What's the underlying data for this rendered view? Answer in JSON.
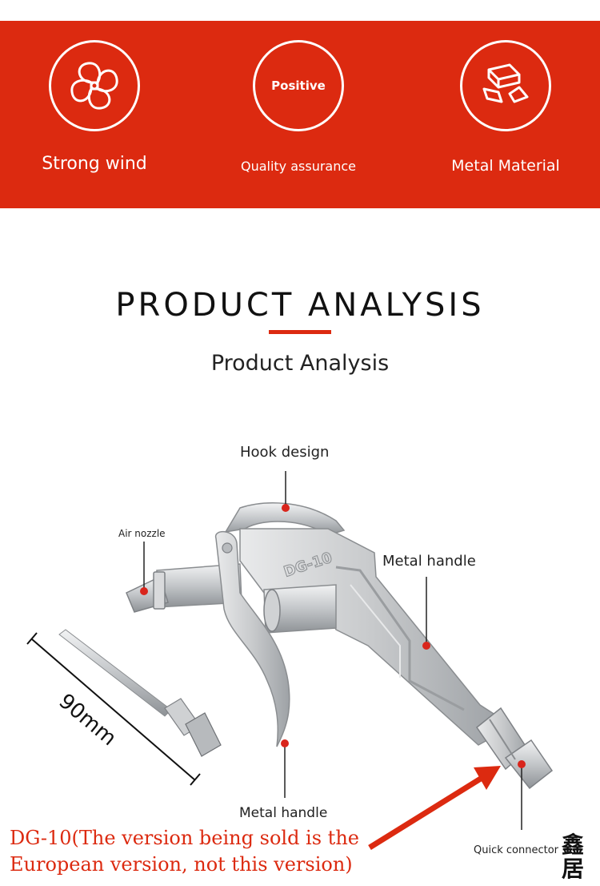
{
  "features": [
    {
      "label": "Strong wind",
      "icon": "fan-icon"
    },
    {
      "label": "Quality assurance",
      "icon": "badge-icon",
      "ring_text": "Positive"
    },
    {
      "label": "Metal Material",
      "icon": "metal-bars-icon"
    }
  ],
  "section": {
    "title": "PRODUCT ANALYSIS",
    "subtitle": "Product Analysis"
  },
  "annotations": {
    "hook_design": "Hook design",
    "air_nozzle": "Air nozzle",
    "metal_handle_top": "Metal handle",
    "metal_handle_bottom": "Metal handle",
    "quick_connector": "Quick connector",
    "nozzle_length": "90mm",
    "model_marking": "DG-10"
  },
  "caption": "DG-10(The version being sold is the European version, not this version)",
  "logo_text": "鑫居",
  "colors": {
    "brand_red": "#dc2a10",
    "marker_red": "#d9251c",
    "metal": "#c9cbcd"
  }
}
